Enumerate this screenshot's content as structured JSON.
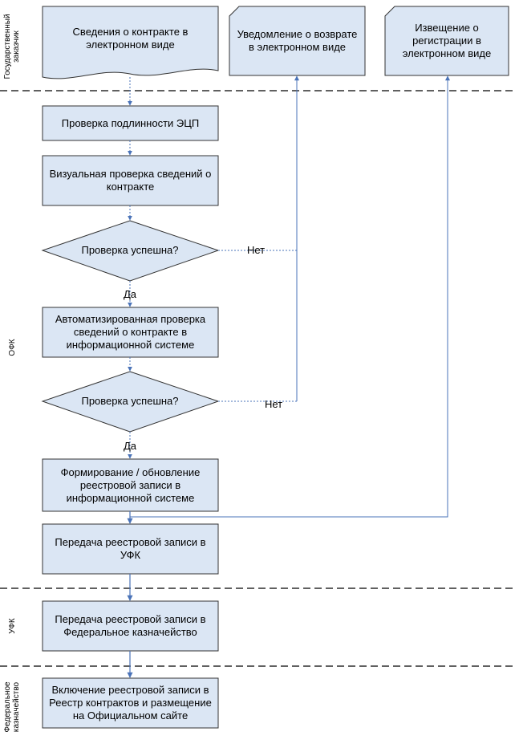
{
  "colors": {
    "box_fill": "#dbe6f4",
    "box_stroke": "#333333",
    "connector": "#4a73b8",
    "lane_divider": "#000000"
  },
  "lanes": {
    "customer": "Государственный заказчик",
    "ofk": "ОФК",
    "ufk": "УФК",
    "treasury": "Федеральное казначейство"
  },
  "nodes": {
    "contract_info": "Сведения о контракте в электронном виде",
    "return_notice": "Уведомление о возврате в электронном виде",
    "registration_notice": "Извещение о регистрации в электронном виде",
    "eds_check": "Проверка подлинности ЭЦП",
    "visual_check": "Визуальная проверка сведений о контракте",
    "check_success_1": "Проверка успешна?",
    "auto_check": "Автоматизированная проверка сведений о контракте в информационной системе",
    "check_success_2": "Проверка успешна?",
    "registry_record": "Формирование / обновление реестровой записи в информационной системе",
    "transfer_ufk": "Передача реестровой записи  в УФК",
    "transfer_treasury": "Передача реестровой записи в Федеральное казначейство",
    "include_registry": "Включение реестровой записи в Реестр контрактов и размещение на Официальном сайте"
  },
  "edge_labels": {
    "no_1": "Нет",
    "yes_1": "Да",
    "no_2": "Нет",
    "yes_2": "Да"
  }
}
